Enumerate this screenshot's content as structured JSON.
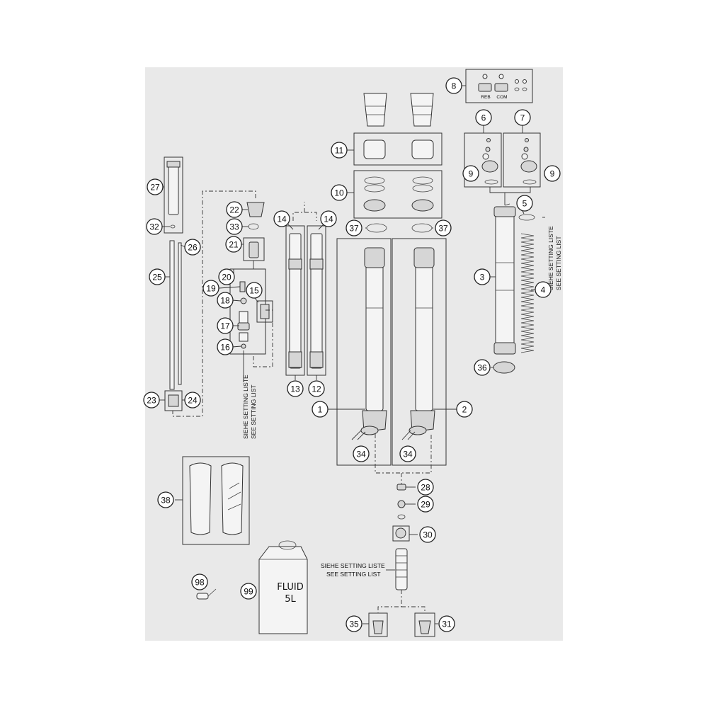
{
  "callouts": [
    {
      "id": "c8",
      "label": "8"
    },
    {
      "id": "c6",
      "label": "6"
    },
    {
      "id": "c7",
      "label": "7"
    },
    {
      "id": "c9a",
      "label": "9"
    },
    {
      "id": "c9b",
      "label": "9"
    },
    {
      "id": "c11",
      "label": "11"
    },
    {
      "id": "c10",
      "label": "10"
    },
    {
      "id": "c5",
      "label": "5"
    },
    {
      "id": "c3",
      "label": "3"
    },
    {
      "id": "c4",
      "label": "4"
    },
    {
      "id": "c36",
      "label": "36"
    },
    {
      "id": "c27",
      "label": "27"
    },
    {
      "id": "c32",
      "label": "32"
    },
    {
      "id": "c26",
      "label": "26"
    },
    {
      "id": "c25",
      "label": "25"
    },
    {
      "id": "c23",
      "label": "23"
    },
    {
      "id": "c24",
      "label": "24"
    },
    {
      "id": "c22",
      "label": "22"
    },
    {
      "id": "c33",
      "label": "33"
    },
    {
      "id": "c21",
      "label": "21"
    },
    {
      "id": "c20",
      "label": "20"
    },
    {
      "id": "c19",
      "label": "19"
    },
    {
      "id": "c18",
      "label": "18"
    },
    {
      "id": "c15",
      "label": "15"
    },
    {
      "id": "c17",
      "label": "17"
    },
    {
      "id": "c16",
      "label": "16"
    },
    {
      "id": "c14a",
      "label": "14"
    },
    {
      "id": "c14b",
      "label": "14"
    },
    {
      "id": "c13",
      "label": "13"
    },
    {
      "id": "c12",
      "label": "12"
    },
    {
      "id": "c37a",
      "label": "37"
    },
    {
      "id": "c37b",
      "label": "37"
    },
    {
      "id": "c1",
      "label": "1"
    },
    {
      "id": "c2",
      "label": "2"
    },
    {
      "id": "c34a",
      "label": "34"
    },
    {
      "id": "c34b",
      "label": "34"
    },
    {
      "id": "c28",
      "label": "28"
    },
    {
      "id": "c29",
      "label": "29"
    },
    {
      "id": "c30",
      "label": "30"
    },
    {
      "id": "c35",
      "label": "35"
    },
    {
      "id": "c31",
      "label": "31"
    },
    {
      "id": "c38",
      "label": "38"
    },
    {
      "id": "c98",
      "label": "98"
    },
    {
      "id": "c99",
      "label": "99"
    }
  ],
  "notes": {
    "setting_de": "SIEHE SETTING LISTE",
    "setting_en": "SEE SETTING LIST"
  },
  "clicker_labels": {
    "reb": "REB",
    "com": "COM"
  },
  "can": {
    "line1": "FLUID",
    "line2": "5L"
  }
}
